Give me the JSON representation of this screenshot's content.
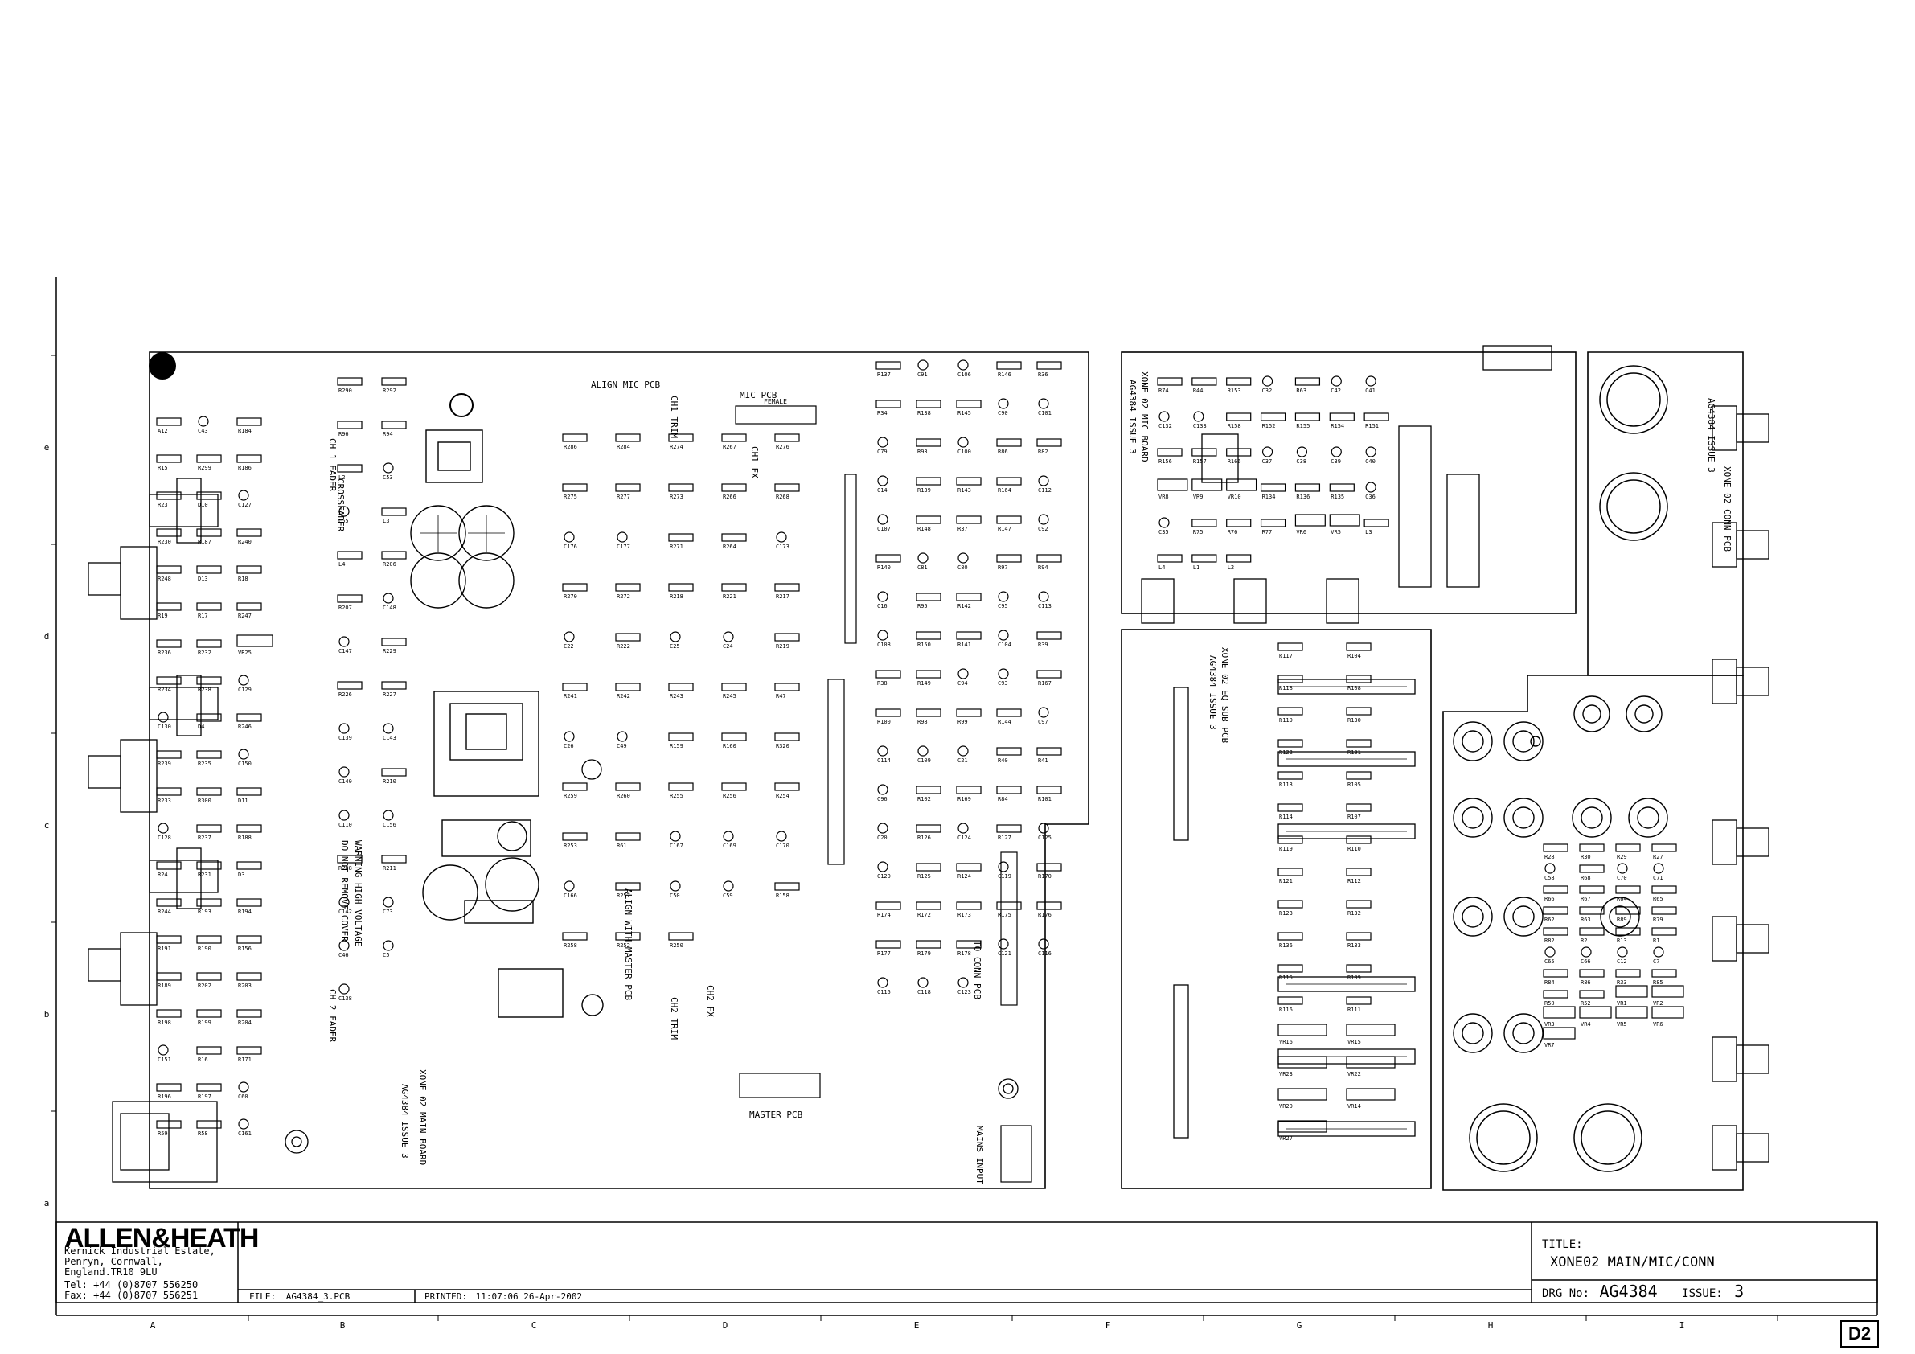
{
  "company": {
    "name": "ALLEN&HEATH",
    "address_lines": [
      "Kernick Industrial Estate,",
      "Penryn, Cornwall,",
      "England.TR10 9LU"
    ],
    "tel": "Tel:  +44 (0)8707 556250",
    "fax": "Fax:  +44 (0)8707 556251"
  },
  "title_block": {
    "title_label": "TITLE:",
    "title": "XONE02 MAIN/MIC/CONN",
    "drg_label": "DRG No:",
    "drg_number": "AG4384",
    "issue_label": "ISSUE:",
    "issue_number": "3",
    "file_label": "FILE:",
    "file_value": "AG4384_3.PCB",
    "printed_label": "PRINTED:",
    "printed_value": "11:07:06   26-Apr-2002",
    "sheet": "D2"
  },
  "border": {
    "columns": [
      "A",
      "B",
      "C",
      "D",
      "E",
      "F",
      "G",
      "H",
      "I"
    ],
    "rows": [
      "e",
      "d",
      "c",
      "b",
      "a"
    ]
  },
  "boards": {
    "main": {
      "name": "XONE 02 MAIN BOARD",
      "issue": "AG4384 ISSUE 3",
      "notes": [
        "ALIGN MIC PCB",
        "ALIGN WITH MASTER PCB",
        "WARNING HIGH VOLTAGE",
        "DO NOT REMOVE COVER",
        "CH 1 FADER",
        "CROSSFADER",
        "CH 2 FADER",
        "MASTER PCB",
        "MAINS INPUT",
        "TO CONN PCB",
        "MIC PCB",
        "FEMALE",
        "CH1 TRIM",
        "CH1 FX",
        "CH2 FX",
        "CH2 TRIM"
      ]
    },
    "mic": {
      "name": "XONE 02 MIC BOARD",
      "issue": "AG4384 ISSUE 3"
    },
    "eq": {
      "name": "XONE 02 EQ SUB PCB",
      "issue": "AG4384 ISSUE 3"
    },
    "conn": {
      "name": "XONE 02 CONN PCB",
      "issue": "AG4384 ISSUE 3"
    }
  },
  "components": {
    "main_left": [
      "A12",
      "C43",
      "R184",
      "R15",
      "R299",
      "R186",
      "R23",
      "D10",
      "C127",
      "R230",
      "R187",
      "R240",
      "R248",
      "D13",
      "R18",
      "R19",
      "R17",
      "R247",
      "R236",
      "R232",
      "VR25",
      "R234",
      "R238",
      "C129",
      "C130",
      "D4",
      "R246",
      "R239",
      "R235",
      "C150",
      "R233",
      "R300",
      "D11",
      "C128",
      "R237",
      "R188",
      "R24",
      "R231",
      "D3",
      "R244",
      "R193",
      "R194",
      "R191",
      "R190",
      "R156",
      "R189",
      "R202",
      "R203",
      "R198",
      "R199",
      "R204",
      "C151",
      "R16",
      "R171",
      "R196",
      "R197",
      "C60",
      "R59",
      "R58",
      "C161"
    ],
    "main_mid": [
      "R290",
      "R292",
      "R96",
      "R94",
      "L2",
      "C53",
      "C55",
      "L3",
      "L4",
      "R206",
      "R207",
      "C148",
      "C147",
      "R229",
      "R226",
      "R227",
      "C139",
      "C143",
      "C140",
      "R210",
      "C110",
      "C156",
      "R208",
      "R211",
      "C142",
      "C73",
      "C46",
      "C5",
      "C138"
    ],
    "main_center": [
      "R286",
      "R284",
      "R274",
      "R267",
      "R276",
      "R275",
      "R277",
      "R273",
      "R266",
      "R268",
      "C176",
      "C177",
      "R271",
      "R264",
      "C173",
      "R270",
      "R272",
      "R218",
      "R221",
      "R217",
      "C22",
      "R222",
      "C25",
      "C24",
      "R219",
      "R241",
      "R242",
      "R243",
      "R245",
      "R47",
      "C26",
      "C49",
      "R159",
      "R160",
      "R320",
      "R259",
      "R260",
      "R255",
      "R256",
      "R254",
      "R253",
      "R61",
      "C167",
      "C169",
      "C170",
      "C166",
      "R257",
      "C50",
      "C59",
      "R158",
      "R258",
      "R252",
      "R250"
    ],
    "main_right": [
      "R137",
      "C91",
      "C106",
      "R146",
      "R36",
      "R34",
      "R138",
      "R145",
      "C90",
      "C101",
      "C79",
      "R93",
      "C100",
      "R86",
      "R82",
      "C14",
      "R139",
      "R143",
      "R164",
      "C112",
      "C107",
      "R148",
      "R37",
      "R147",
      "C92",
      "R140",
      "C81",
      "C80",
      "R97",
      "R94",
      "C16",
      "R95",
      "R142",
      "C95",
      "C113",
      "C108",
      "R150",
      "R141",
      "C104",
      "R39",
      "R38",
      "R149",
      "C94",
      "C93",
      "R167",
      "R100",
      "R98",
      "R99",
      "R144",
      "C97",
      "C114",
      "C109",
      "C21",
      "R40",
      "R41",
      "C96",
      "R102",
      "R169",
      "R84",
      "R101",
      "C20",
      "R126",
      "C124",
      "R127",
      "C125",
      "C120",
      "R125",
      "R124",
      "C119",
      "R170",
      "R174",
      "R172",
      "R173",
      "R175",
      "R176",
      "R177",
      "R179",
      "R178",
      "C121",
      "C116",
      "C115",
      "C118",
      "C123"
    ],
    "mic_board": [
      "R74",
      "R44",
      "R153",
      "C32",
      "R63",
      "C42",
      "C41",
      "C132",
      "C133",
      "R158",
      "R152",
      "R155",
      "R154",
      "R151",
      "R156",
      "R157",
      "R166",
      "C37",
      "C38",
      "C39",
      "C40",
      "VR8",
      "VR9",
      "VR10",
      "R134",
      "R136",
      "R135",
      "C36",
      "C35",
      "R75",
      "R76",
      "R77",
      "VR6",
      "VR5",
      "L3",
      "L4",
      "L1",
      "L2"
    ],
    "eq_board": [
      "R117",
      "R104",
      "R118",
      "R108",
      "R119",
      "R130",
      "R122",
      "R131",
      "R113",
      "R105",
      "R114",
      "R107",
      "R119",
      "R110",
      "R121",
      "R112",
      "R123",
      "R132",
      "R136",
      "R133",
      "R115",
      "R109",
      "R116",
      "R111",
      "VR16",
      "VR15",
      "VR23",
      "VR22",
      "VR20",
      "VR14",
      "VR27"
    ],
    "conn_board": [
      "R28",
      "R30",
      "R29",
      "R27",
      "C58",
      "R68",
      "C70",
      "C71",
      "R66",
      "R67",
      "R64",
      "R65",
      "R62",
      "R63",
      "R89",
      "R79",
      "R82",
      "R2",
      "R13",
      "R1",
      "C65",
      "C66",
      "C12",
      "C7",
      "R84",
      "R86",
      "R33",
      "R85",
      "R50",
      "R52",
      "VR1",
      "VR2",
      "VR3",
      "VR4",
      "VR5",
      "VR6",
      "VR7"
    ]
  }
}
